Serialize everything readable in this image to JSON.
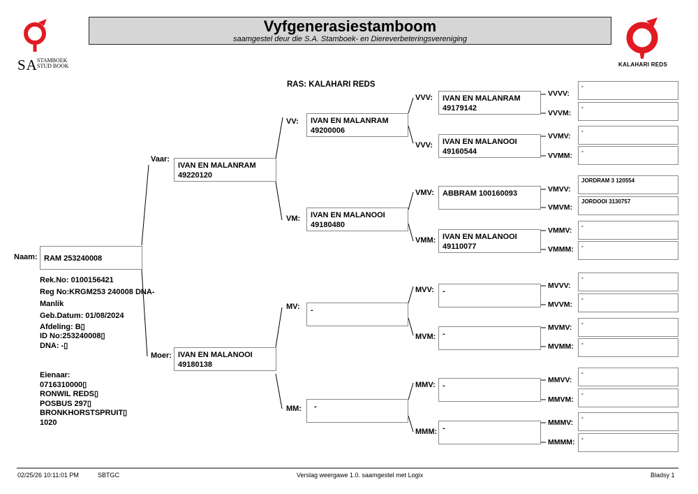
{
  "header": {
    "title": "Vyfgenerasiestamboom",
    "subtitle": "saamgestel deur die S.A. Stamboek- en Diereverbeteringsvereniging",
    "sa_logo_text": "SA",
    "sa_logo_small_1": "STAMBOEK",
    "sa_logo_small_2": "STUD BOOK",
    "breed_logo_text": "KALAHARI REDS"
  },
  "breed": "RAS: KALAHARI REDS",
  "animal": {
    "label": "Naam:",
    "name": "RAM 253240008",
    "details": [
      "Rek.No: 0100156421",
      "Reg No:KRGM253 240008 DNA-",
      "Manlik",
      "Geb.Datum: 01/08/2024",
      "Afdeling: B▯",
      "ID No:253240008▯",
      "DNA: -▯"
    ],
    "owner": [
      "Eienaar:",
      "0716310000▯",
      "RONWIL REDS▯",
      "POSBUS 297▯",
      "BRONKHORSTSPRUIT▯",
      "1020"
    ]
  },
  "gen1": {
    "sire": {
      "label": "Vaar:",
      "line1": "IVAN EN MALANRAM",
      "line2": "49220120"
    },
    "dam": {
      "label": "Moer:",
      "line1": "IVAN EN MALANOOI",
      "line2": "49180138"
    }
  },
  "gen2": [
    {
      "label": "VV:",
      "line1": "IVAN EN MALANRAM",
      "line2": "49200006"
    },
    {
      "label": "VM:",
      "line1": "IVAN EN MALANOOI",
      "line2": "49180480"
    },
    {
      "label": "MV:",
      "line1": "-",
      "line2": ""
    },
    {
      "label": "MM:",
      "line1": "-",
      "line2": ""
    }
  ],
  "gen3": [
    {
      "label": "VVV:",
      "line1": "IVAN EN MALANRAM",
      "line2": "49179142"
    },
    {
      "label": "VVV:",
      "line1": "IVAN EN MALANOOI",
      "line2": "49160544"
    },
    {
      "label": "VMV:",
      "line1": "ABBRAM 100160093",
      "line2": ""
    },
    {
      "label": "VMM:",
      "line1": "IVAN EN MALANOOI",
      "line2": "49110077"
    },
    {
      "label": "MVV:",
      "line1": "-",
      "line2": ""
    },
    {
      "label": "MVM:",
      "line1": "-",
      "line2": ""
    },
    {
      "label": "MMV:",
      "line1": "-",
      "line2": ""
    },
    {
      "label": "MMM:",
      "line1": "-",
      "line2": ""
    }
  ],
  "gen4": [
    {
      "label": "VVVV:",
      "value": "-"
    },
    {
      "label": "VVVM:",
      "value": "-"
    },
    {
      "label": "VVMV:",
      "value": "-"
    },
    {
      "label": "VVMM:",
      "value": "-"
    },
    {
      "label": "VMVV:",
      "value": "JORDRAM 3 120554"
    },
    {
      "label": "VMVM:",
      "value": "JORDOOI 3130757"
    },
    {
      "label": "VMMV:",
      "value": "-"
    },
    {
      "label": "VMMM:",
      "value": "-"
    },
    {
      "label": "MVVV:",
      "value": "-"
    },
    {
      "label": "MVVM:",
      "value": "-"
    },
    {
      "label": "MVMV:",
      "value": "-"
    },
    {
      "label": "MVMM:",
      "value": "-"
    },
    {
      "label": "MMVV:",
      "value": "-"
    },
    {
      "label": "MMVM:",
      "value": "-"
    },
    {
      "label": "MMMV:",
      "value": "-"
    },
    {
      "label": "MMMM:",
      "value": "-"
    }
  ],
  "footer": {
    "datetime": "02/25/26 10:11:01 PM",
    "code": "SBTGC",
    "report": "Verslag weergawe 1.0. saamgestel met Logix",
    "page": "Bladsy 1"
  },
  "colors": {
    "logo_red": "#e11b22",
    "title_bg": "#d6d6d6"
  }
}
